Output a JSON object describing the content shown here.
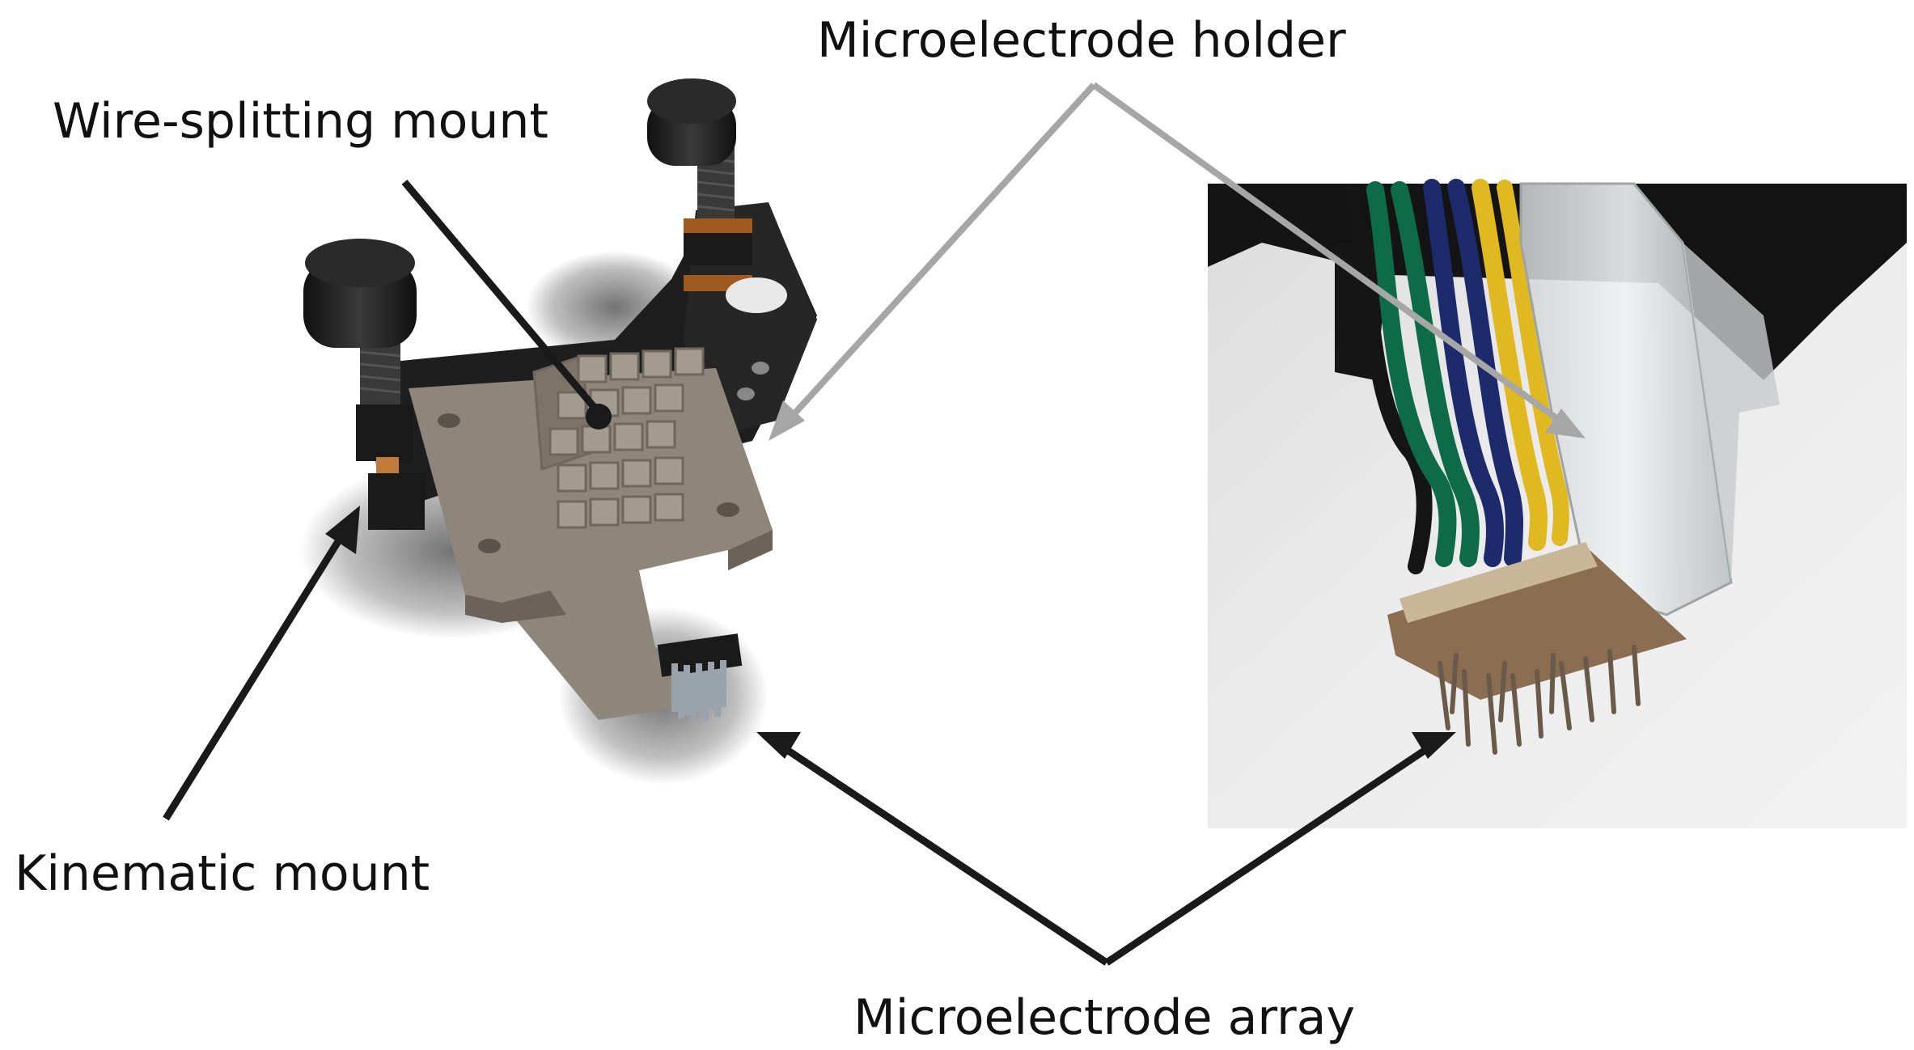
{
  "labels": {
    "microelectrode_holder": "Microelectrode holder",
    "wire_splitting_mount": "Wire-splitting mount",
    "kinematic_mount": "Kinematic mount",
    "microelectrode_array": "Microelectrode array"
  },
  "colors": {
    "background": "#ffffff",
    "text": "#111111",
    "black_arrow": "#1a1a1a",
    "gray_arrow": "#a6a6a6",
    "mount_body": "#8e857b",
    "mount_dark": "#1e1e1e",
    "wire_green": "#0e6b4a",
    "wire_blue": "#1d2a6b",
    "wire_yellow": "#e0b820",
    "wire_black": "#151515"
  }
}
